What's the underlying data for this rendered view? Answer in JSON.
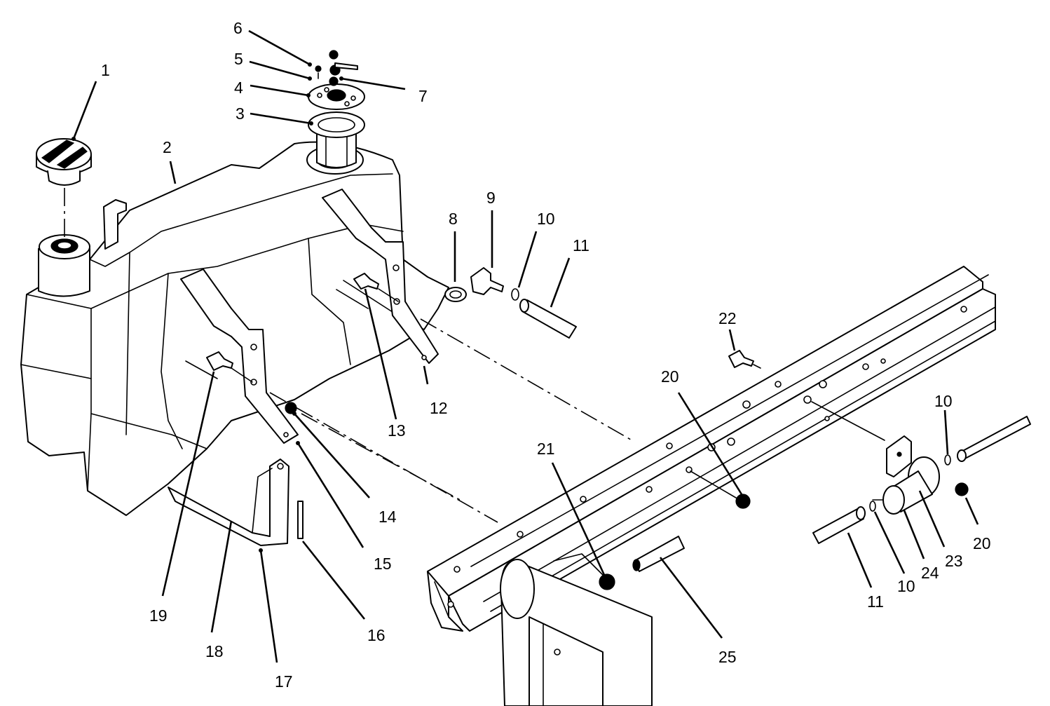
{
  "callouts": [
    {
      "id": "c1",
      "label": "1"
    },
    {
      "id": "c2",
      "label": "2"
    },
    {
      "id": "c3",
      "label": "3"
    },
    {
      "id": "c4",
      "label": "4"
    },
    {
      "id": "c5",
      "label": "5"
    },
    {
      "id": "c6",
      "label": "6"
    },
    {
      "id": "c7",
      "label": "7"
    },
    {
      "id": "c8",
      "label": "8"
    },
    {
      "id": "c9",
      "label": "9"
    },
    {
      "id": "c10a",
      "label": "10"
    },
    {
      "id": "c11a",
      "label": "11"
    },
    {
      "id": "c12",
      "label": "12"
    },
    {
      "id": "c13",
      "label": "13"
    },
    {
      "id": "c14",
      "label": "14"
    },
    {
      "id": "c15",
      "label": "15"
    },
    {
      "id": "c16",
      "label": "16"
    },
    {
      "id": "c17",
      "label": "17"
    },
    {
      "id": "c18",
      "label": "18"
    },
    {
      "id": "c19",
      "label": "19"
    },
    {
      "id": "c20a",
      "label": "20"
    },
    {
      "id": "c21",
      "label": "21"
    },
    {
      "id": "c22",
      "label": "22"
    },
    {
      "id": "c10b",
      "label": "10"
    },
    {
      "id": "c20b",
      "label": "20"
    },
    {
      "id": "c23",
      "label": "23"
    },
    {
      "id": "c24",
      "label": "24"
    },
    {
      "id": "c10c",
      "label": "10"
    },
    {
      "id": "c11b",
      "label": "11"
    },
    {
      "id": "c25",
      "label": "25"
    }
  ]
}
